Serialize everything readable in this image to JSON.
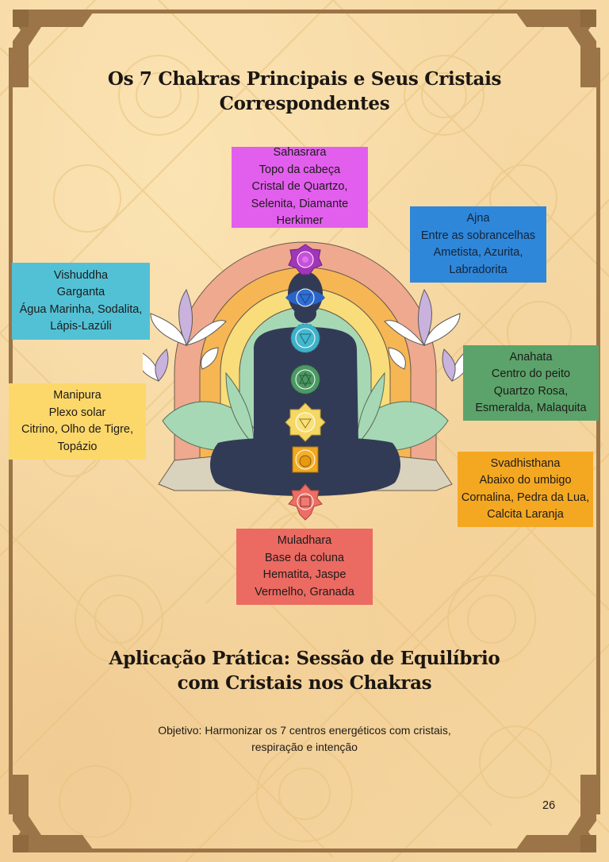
{
  "page": {
    "title_line1": "Os 7 Chakras Principais e Seus Cristais",
    "title_line2": "Correspondentes",
    "section_title_line1": "Aplicação Prática: Sessão de Equilíbrio",
    "section_title_line2": "com Cristais nos Chakras",
    "objective_line1": "Objetivo: Harmonizar os 7 centros energéticos com cristais,",
    "objective_line2": "respiração e intenção",
    "page_number": "26"
  },
  "colors": {
    "background": "#f6d9a4",
    "frame": "#9b7447",
    "body_silhouette": "#323b55"
  },
  "chakras": [
    {
      "name": "Sahasrara",
      "location": "Topo da cabeça",
      "crystals_line1": "Cristal de Quartzo,",
      "crystals_line2": "Selenita, Diamante",
      "crystals_line3": "Herkimer",
      "color": "#e25fee",
      "icon_color": "#a036b8"
    },
    {
      "name": "Ajna",
      "location": "Entre as sobrancelhas",
      "crystals_line1": "Ametista, Azurita,",
      "crystals_line2": "Labradorita",
      "color": "#2f87da",
      "icon_color": "#2a64c8"
    },
    {
      "name": "Vishuddha",
      "location": "Garganta",
      "crystals_line1": "Água Marinha, Sodalita,",
      "crystals_line2": "Lápis-Lazúli",
      "color": "#52c1d6",
      "icon_color": "#3fb2c8"
    },
    {
      "name": "Anahata",
      "location": "Centro do peito",
      "crystals_line1": "Quartzo Rosa,",
      "crystals_line2": "Esmeralda, Malaquita",
      "color": "#5ba36a",
      "icon_color": "#4c9a63"
    },
    {
      "name": "Manipura",
      "location": "Plexo solar",
      "crystals_line1": "Citrino, Olho de Tigre,",
      "crystals_line2": "Topázio",
      "color": "#fcd86a",
      "icon_color": "#f5d765"
    },
    {
      "name": "Svadhisthana",
      "location": "Abaixo do umbigo",
      "crystals_line1": "Cornalina, Pedra da Lua,",
      "crystals_line2": "Calcita Laranja",
      "color": "#f4a822",
      "icon_color": "#f0a81e"
    },
    {
      "name": "Muladhara",
      "location": "Base da coluna",
      "crystals_line1": "Hematita, Jaspe",
      "crystals_line2": "Vermelho, Granada",
      "color": "#eb6a62",
      "icon_color": "#ec6e64"
    }
  ]
}
